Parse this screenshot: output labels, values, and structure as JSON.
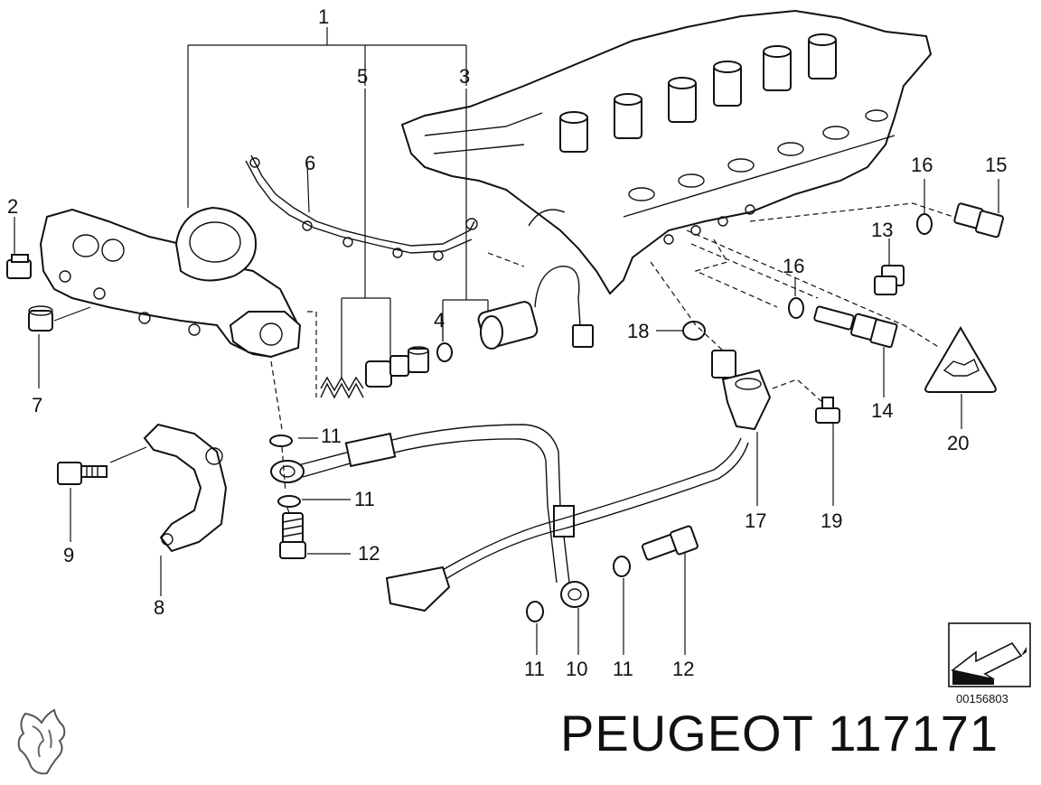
{
  "parts": {
    "p1": "1",
    "p2": "2",
    "p3": "3",
    "p4": "4",
    "p5": "5",
    "p6": "6",
    "p7": "7",
    "p8": "8",
    "p9": "9",
    "p10": "10",
    "p11a": "11",
    "p11b": "11",
    "p11c": "11",
    "p11d": "11",
    "p12a": "12",
    "p12b": "12",
    "p13": "13",
    "p14": "14",
    "p15": "15",
    "p16a": "16",
    "p16b": "16",
    "p17": "17",
    "p18": "18",
    "p19": "19",
    "p20": "20"
  },
  "diagram_number": "00156803",
  "brand": {
    "label": "PEUGEOT 117171"
  },
  "icons": [
    "peugeot-lion-logo-icon",
    "direction-arrow-icon",
    "warning-triangle-icon"
  ]
}
